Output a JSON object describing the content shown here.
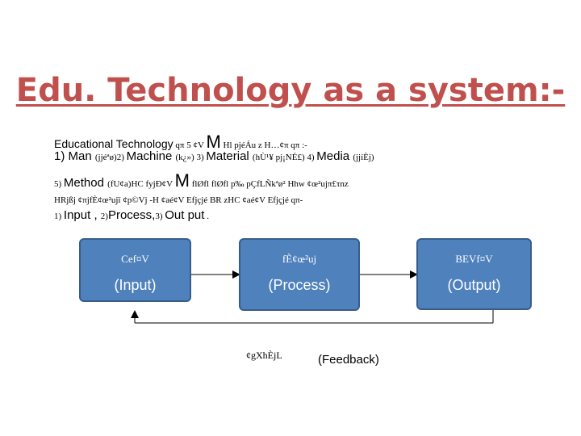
{
  "title": "Edu. Technology as a system:-",
  "lines": [
    {
      "parts": [
        "Educational Technology",
        " qπ 5 ¢V ",
        "M",
        " Hl pjéÁu z H…¢π qπ :-"
      ]
    },
    {
      "parts": [
        "1)  Man ",
        "(jjéªø)2) ",
        "Machine ",
        "(k¿») 3) ",
        "Material ",
        "(hÙ¹¥ pj¡NÉ£) 4) ",
        "Media ",
        "(jjíÈj)"
      ]
    },
    {
      "parts": [
        "5) ",
        "Method ",
        "(fU¢a)HC fyjÐ¢V ",
        "M",
        " flØfl flØfl p‰ pÇfLÑkªø² Hhw ¢œ²ujπ£τnz"
      ]
    },
    {
      "parts": [
        "HRjßj ¢πjfÈ¢œ²ujï ¢p©Vj -H ¢aé¢V Efjçjé BR zHC ¢aé¢V Efjçjé qπ-"
      ]
    },
    {
      "parts": [
        "1) ",
        "Input , ",
        "2)",
        "Process,",
        "3) ",
        "Out put",
        " ."
      ]
    }
  ],
  "boxes": {
    "input": {
      "sub": "Cef¤V",
      "main": "(Input)"
    },
    "process": {
      "sub": "fÈ¢œ²uj",
      "main": "(Process)"
    },
    "output": {
      "sub": "BEVf¤V",
      "main": "(Output)"
    }
  },
  "feedback": {
    "sub": "¢gXhÈjL",
    "main": "(Feedback)"
  },
  "colors": {
    "title": "#c0504d",
    "box_fill": "#4f81bd",
    "box_border": "#385d8a",
    "box_text": "#ffffff",
    "body_text": "#000000"
  }
}
